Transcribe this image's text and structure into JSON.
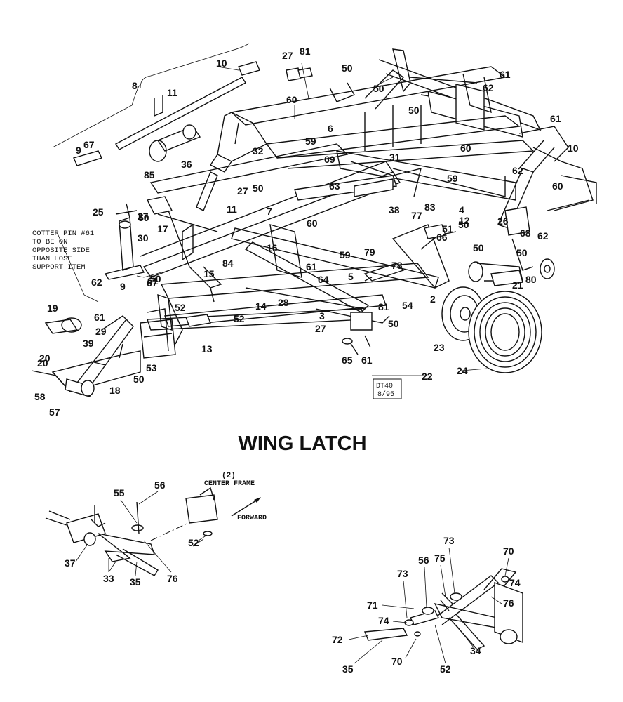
{
  "title": "WING LATCH",
  "drawing_code": {
    "line1": "DT40",
    "line2": "8/95"
  },
  "note": [
    "COTTER PIN #61",
    "TO BE ON",
    "OPPOSITE SIDE",
    "THAN HOSE",
    "SUPPORT ITEM"
  ],
  "center_frame_label": {
    "num": "(2)",
    "text": "CENTER FRAME"
  },
  "forward_label": "FORWARD",
  "part_labels": {
    "main": [
      "27",
      "81",
      "10",
      "50",
      "61",
      "8",
      "11",
      "62",
      "50",
      "60",
      "50",
      "6",
      "67",
      "9",
      "59",
      "32",
      "85",
      "36",
      "31",
      "69",
      "60",
      "61",
      "10",
      "62",
      "60",
      "50",
      "27",
      "50",
      "7",
      "63",
      "59",
      "11",
      "4",
      "83",
      "50",
      "25",
      "38",
      "77",
      "51",
      "12",
      "26",
      "60",
      "50",
      "17",
      "30",
      "27",
      "66",
      "16",
      "59",
      "61",
      "79",
      "68",
      "62",
      "20",
      "84",
      "78",
      "50",
      "50",
      "67",
      "61",
      "64",
      "5",
      "80",
      "21",
      "15",
      "2",
      "62",
      "9",
      "52",
      "52",
      "14",
      "28",
      "61",
      "81",
      "50",
      "54",
      "19",
      "29",
      "39",
      "13",
      "27",
      "3",
      "20",
      "18",
      "53",
      "50",
      "65",
      "61",
      "23",
      "58",
      "57",
      "22",
      "24"
    ],
    "detail_left": [
      "55",
      "56",
      "52",
      "37",
      "33",
      "35",
      "76"
    ],
    "detail_right": [
      "73",
      "70",
      "56",
      "75",
      "74",
      "73",
      "76",
      "71",
      "74",
      "72",
      "35",
      "70",
      "52",
      "34"
    ]
  },
  "colors": {
    "ink": "#111111",
    "paper": "#ffffff"
  }
}
